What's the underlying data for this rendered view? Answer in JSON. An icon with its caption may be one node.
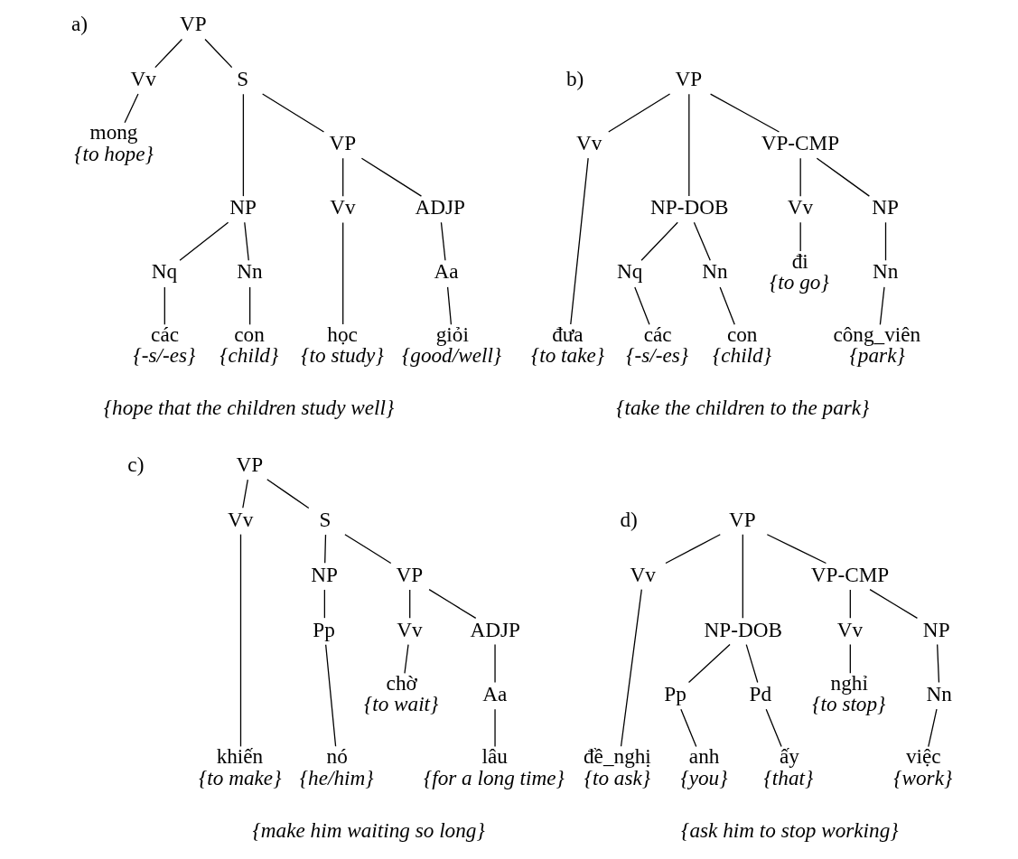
{
  "diagram": {
    "nodes": [
      {
        "text": [
          "VP"
        ]
      },
      {
        "text": [
          "Vv"
        ]
      },
      {
        "text": [
          "S"
        ]
      },
      {
        "text": [
          "mong"
        ],
        "beside": [
          "{to hope}"
        ]
      },
      {
        "text": [
          "NP"
        ]
      },
      {
        "text": [
          "VP"
        ]
      },
      {
        "text": [
          "Nq"
        ]
      },
      {
        "text": [
          "Nn"
        ]
      },
      {
        "text": [
          "Vv"
        ]
      },
      {
        "text": [
          "ADJP"
        ]
      },
      {
        "text": [
          "các"
        ],
        "beside": [
          "{-s/-es}"
        ]
      },
      {
        "text": [
          "con"
        ],
        "beside": [
          "{child}"
        ]
      },
      {
        "text": [
          "học"
        ],
        "beside": [
          "{to study}"
        ]
      },
      {
        "text": [
          "Aa"
        ]
      },
      {
        "text": [
          "giỏi"
        ],
        "beside": [
          "{good/well}"
        ]
      },
      {
        "text": [
          "VP"
        ]
      },
      {
        "text": [
          "Vv"
        ]
      },
      {
        "text": [
          "NP-DOB"
        ]
      },
      {
        "text": [
          "VP-CMP"
        ]
      },
      {
        "text": [
          "đưa"
        ],
        "beside": [
          "{to take}"
        ]
      },
      {
        "text": [
          "Nq"
        ]
      },
      {
        "text": [
          "Nn"
        ]
      },
      {
        "text": [
          "Vv"
        ]
      },
      {
        "text": [
          "NP"
        ]
      },
      {
        "text": [
          "các"
        ],
        "beside": [
          "{-s/-es}"
        ]
      },
      {
        "text": [
          "con"
        ],
        "beside": [
          "{child}"
        ]
      },
      {
        "text": [
          "đi"
        ],
        "beside": [
          "{to go}"
        ]
      },
      {
        "text": [
          "Nn"
        ]
      },
      {
        "text": [
          "công_viên"
        ],
        "beside": [
          "{park}"
        ]
      },
      {
        "text": [
          "VP"
        ]
      },
      {
        "text": [
          "Vv"
        ]
      },
      {
        "text": [
          "S"
        ]
      },
      {
        "text": [
          "khiến"
        ],
        "beside": [
          "{to make}"
        ]
      },
      {
        "text": [
          "NP"
        ]
      },
      {
        "text": [
          "VP"
        ]
      },
      {
        "text": [
          "Pp"
        ]
      },
      {
        "text": [
          "Vv"
        ]
      },
      {
        "text": [
          "ADJP"
        ]
      },
      {
        "text": [
          "nó"
        ],
        "beside": [
          "{he/him}"
        ]
      },
      {
        "text": [
          "chờ"
        ],
        "beside": [
          "{to wait}"
        ]
      },
      {
        "text": [
          "Aa"
        ]
      },
      {
        "text": [
          "lâu"
        ],
        "beside": [
          "{for a long time}"
        ]
      },
      {
        "text": [
          "VP"
        ]
      },
      {
        "text": [
          "Vv"
        ]
      },
      {
        "text": [
          "NP-DOB"
        ]
      },
      {
        "text": [
          "VP-CMP"
        ]
      },
      {
        "text": [
          "đề_nghị"
        ],
        "beside": [
          "{to ask}"
        ]
      },
      {
        "text": [
          "Pp"
        ]
      },
      {
        "text": [
          "Pd"
        ]
      },
      {
        "text": [
          "Vv"
        ]
      },
      {
        "text": [
          "NP"
        ]
      },
      {
        "text": [
          "anh"
        ],
        "beside": [
          "{you}"
        ]
      },
      {
        "text": [
          "ấy"
        ],
        "beside": [
          "{that}"
        ]
      },
      {
        "text": [
          "nghỉ"
        ],
        "beside": [
          "{to stop}"
        ]
      },
      {
        "text": [
          "Nn"
        ]
      },
      {
        "text": [
          "việc"
        ],
        "beside": [
          "{work}"
        ]
      }
    ],
    "edges": [
      {
        "from": 0,
        "to": 1,
        "arrow": "none"
      },
      {
        "from": 0,
        "to": 2,
        "arrow": "none"
      },
      {
        "from": 1,
        "to": 3,
        "arrow": "none"
      },
      {
        "from": 2,
        "to": 4,
        "arrow": "none"
      },
      {
        "from": 2,
        "to": 5,
        "arrow": "none"
      },
      {
        "from": 4,
        "to": 6,
        "arrow": "none"
      },
      {
        "from": 4,
        "to": 7,
        "arrow": "none"
      },
      {
        "from": 5,
        "to": 8,
        "arrow": "none"
      },
      {
        "from": 5,
        "to": 9,
        "arrow": "none"
      },
      {
        "from": 6,
        "to": 10,
        "arrow": "none"
      },
      {
        "from": 7,
        "to": 11,
        "arrow": "none"
      },
      {
        "from": 8,
        "to": 12,
        "arrow": "none"
      },
      {
        "from": 9,
        "to": 13,
        "arrow": "none"
      },
      {
        "from": 13,
        "to": 14,
        "arrow": "none"
      },
      {
        "from": 15,
        "to": 16,
        "arrow": "none"
      },
      {
        "from": 15,
        "to": 17,
        "arrow": "none"
      },
      {
        "from": 15,
        "to": 18,
        "arrow": "none"
      },
      {
        "from": 16,
        "to": 19,
        "arrow": "none"
      },
      {
        "from": 17,
        "to": 20,
        "arrow": "none"
      },
      {
        "from": 17,
        "to": 21,
        "arrow": "none"
      },
      {
        "from": 18,
        "to": 22,
        "arrow": "none"
      },
      {
        "from": 18,
        "to": 23,
        "arrow": "none"
      },
      {
        "from": 20,
        "to": 24,
        "arrow": "none"
      },
      {
        "from": 21,
        "to": 25,
        "arrow": "none"
      },
      {
        "from": 22,
        "to": 26,
        "arrow": "none"
      },
      {
        "from": 23,
        "to": 27,
        "arrow": "none"
      },
      {
        "from": 27,
        "to": 28,
        "arrow": "none"
      },
      {
        "from": 29,
        "to": 30,
        "arrow": "none"
      },
      {
        "from": 29,
        "to": 31,
        "arrow": "none"
      },
      {
        "from": 30,
        "to": 32,
        "arrow": "none"
      },
      {
        "from": 31,
        "to": 33,
        "arrow": "none"
      },
      {
        "from": 31,
        "to": 34,
        "arrow": "none"
      },
      {
        "from": 33,
        "to": 35,
        "arrow": "none"
      },
      {
        "from": 34,
        "to": 36,
        "arrow": "none"
      },
      {
        "from": 34,
        "to": 37,
        "arrow": "none"
      },
      {
        "from": 35,
        "to": 38,
        "arrow": "none"
      },
      {
        "from": 36,
        "to": 39,
        "arrow": "none"
      },
      {
        "from": 37,
        "to": 40,
        "arrow": "none"
      },
      {
        "from": 40,
        "to": 41,
        "arrow": "none"
      },
      {
        "from": 42,
        "to": 43,
        "arrow": "none"
      },
      {
        "from": 42,
        "to": 44,
        "arrow": "none"
      },
      {
        "from": 42,
        "to": 45,
        "arrow": "none"
      },
      {
        "from": 43,
        "to": 46,
        "arrow": "none"
      },
      {
        "from": 44,
        "to": 47,
        "arrow": "none"
      },
      {
        "from": 44,
        "to": 48,
        "arrow": "none"
      },
      {
        "from": 45,
        "to": 49,
        "arrow": "none"
      },
      {
        "from": 45,
        "to": 50,
        "arrow": "none"
      },
      {
        "from": 47,
        "to": 51,
        "arrow": "none"
      },
      {
        "from": 48,
        "to": 52,
        "arrow": "none"
      },
      {
        "from": 49,
        "to": 53,
        "arrow": "none"
      },
      {
        "from": 50,
        "to": 54,
        "arrow": "none"
      },
      {
        "from": 54,
        "to": 55,
        "arrow": "none"
      }
    ],
    "labels": [
      "a)",
      "b)",
      "{hope that the children study well}",
      "{take the children to the park}",
      "c)",
      "d)",
      "{make him waiting so long}",
      "{ask him to stop working}"
    ]
  }
}
